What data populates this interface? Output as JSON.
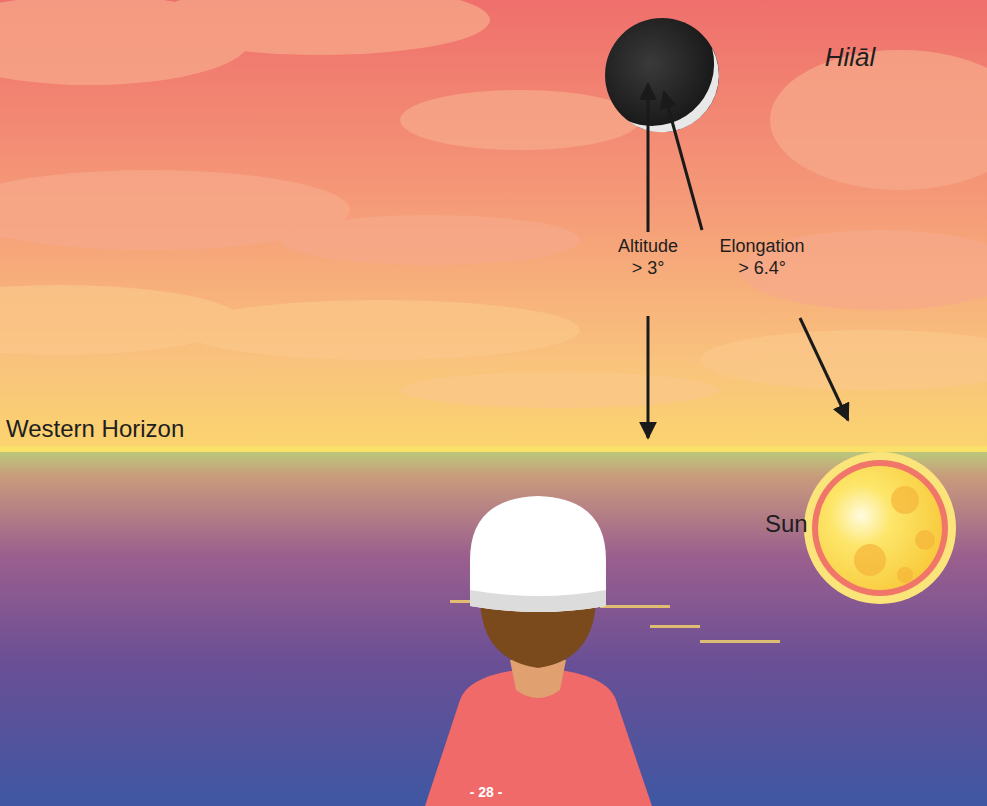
{
  "diagram": {
    "labels": [
      "Hilāl",
      "Altitude > 3°",
      "Elongation > 6.4°",
      "Western Horizon",
      "Sun",
      "- 28 -"
    ]
  }
}
